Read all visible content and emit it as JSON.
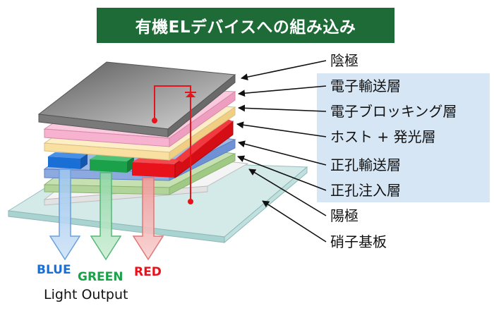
{
  "title": "有機ELデバイスへの組み込み",
  "layers": [
    {
      "label": "陰極",
      "color": "#8c8c8c"
    },
    {
      "label": "電子輸送層",
      "color": "#f7bcd6"
    },
    {
      "label": "電子ブロッキング層",
      "color": "#fbe6b0"
    },
    {
      "label": "ホスト + 発光層",
      "color": "#ee1111"
    },
    {
      "label": "正孔輸送層",
      "color": "#7fa3dc"
    },
    {
      "label": "正孔注入層",
      "color": "#a8cf8a"
    },
    {
      "label": "陽極",
      "color": "#f2f2f2"
    },
    {
      "label": "硝子基板",
      "color": "#cfe8e6"
    }
  ],
  "emitters": [
    {
      "label": "BLUE",
      "color": "#1a6fd6"
    },
    {
      "label": "GREEN",
      "color": "#1aa14a"
    },
    {
      "label": "RED",
      "color": "#e8121a"
    }
  ],
  "output_caption": "Light Output",
  "colors": {
    "banner": "#1e6b38",
    "panel": "#d6e6f4",
    "circuit": "#e8121a"
  }
}
